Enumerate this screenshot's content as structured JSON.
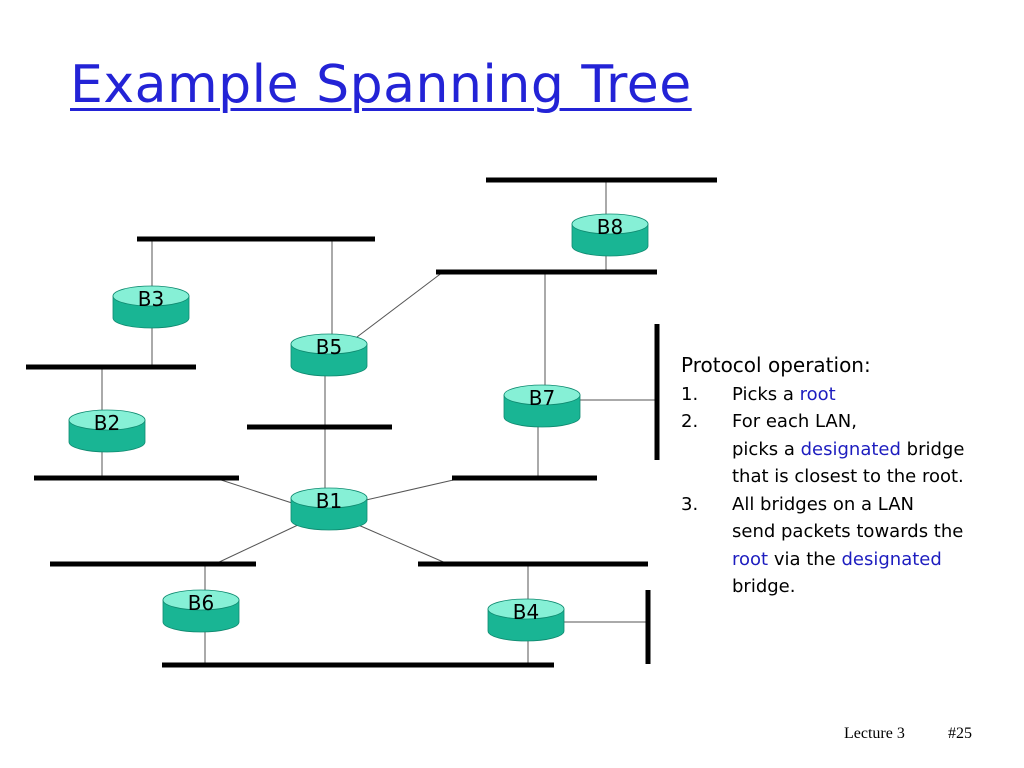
{
  "title": "Example Spanning Tree",
  "bridges": {
    "b1": "B1",
    "b2": "B2",
    "b3": "B3",
    "b4": "B4",
    "b5": "B5",
    "b6": "B6",
    "b7": "B7",
    "b8": "B8"
  },
  "notes": {
    "heading": "Protocol operation:",
    "item1_num": "1.",
    "item1_pre": "Picks a ",
    "item1_hl": "root",
    "item2_num": "2.",
    "item2_line1": "For each LAN,",
    "item2_pre": "picks a ",
    "item2_hl": "designated",
    "item2_post": " bridge",
    "item2_line3": "that is closest to the root.",
    "item3_num": "3.",
    "item3_line1": "All bridges on a LAN",
    "item3_line2": "send packets towards the",
    "item3_hl1": "root",
    "item3_mid": " via the ",
    "item3_hl2": "designated",
    "item3_line4": "bridge."
  },
  "footer": {
    "lecture": "Lecture 3",
    "page": "#25"
  },
  "colors": {
    "title": "#2323d6",
    "bridge_top": "#86f0d6",
    "bridge_side": "#19b594",
    "highlight": "#1d1dbf"
  }
}
